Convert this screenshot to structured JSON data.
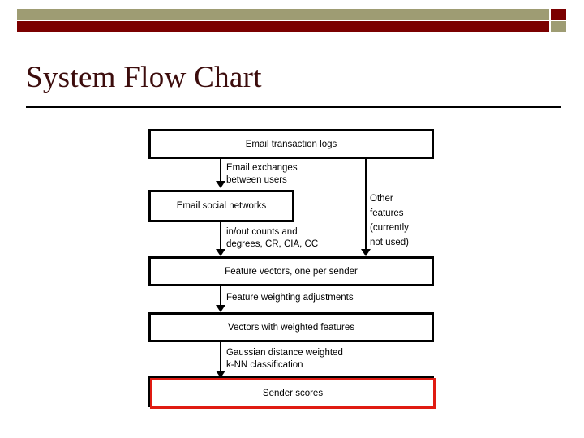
{
  "slide": {
    "title": "System Flow Chart",
    "theme": {
      "band_tan": "#9e9c73",
      "band_maroon": "#7b0000",
      "title_color": "#3c0c0c",
      "highlight_border": "#e01b12",
      "node_border": "#000000",
      "node_fill": "#ffffff",
      "rule_color": "#000000"
    }
  },
  "flowchart": {
    "type": "flow-diagram",
    "nodes": [
      {
        "id": "logs",
        "label": "Email transaction logs",
        "highlight": false
      },
      {
        "id": "social",
        "label": "Email social networks",
        "highlight": false
      },
      {
        "id": "featurevectors",
        "label": "Feature vectors, one per sender",
        "highlight": false
      },
      {
        "id": "weightedvectors",
        "label": "Vectors with weighted features",
        "highlight": false
      },
      {
        "id": "senderscores",
        "label": "Sender scores",
        "highlight": true
      }
    ],
    "edges": [
      {
        "id": "logs-social",
        "from": "logs",
        "to": "social",
        "label": "Email exchanges\nbetween users"
      },
      {
        "id": "social-fv",
        "from": "social",
        "to": "featurevectors",
        "label": "in/out counts and\ndegrees, CR, CIA, CC"
      },
      {
        "id": "logs-fv-right",
        "from": "logs",
        "to": "featurevectors",
        "label": "Other\nfeatures\n(currently\nnot used)"
      },
      {
        "id": "fv-wv",
        "from": "featurevectors",
        "to": "weightedvectors",
        "label": "Feature weighting adjustments"
      },
      {
        "id": "wv-ss",
        "from": "weightedvectors",
        "to": "senderscores",
        "label": "Gaussian distance weighted\nk-NN classification"
      }
    ]
  }
}
